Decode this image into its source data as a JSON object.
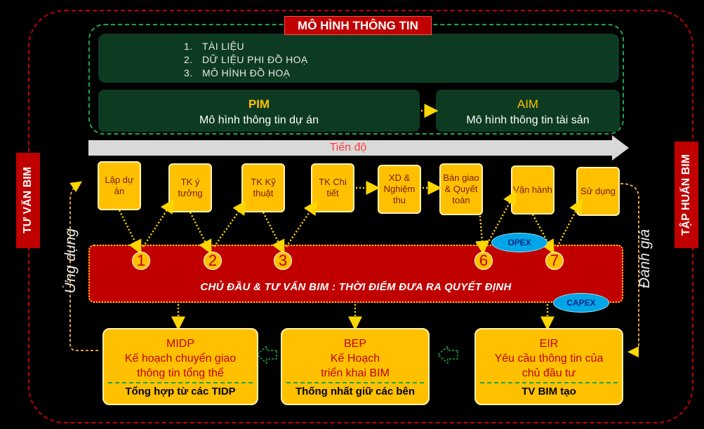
{
  "info_model": {
    "title": "MÔ HÌNH THÔNG TIN",
    "items": [
      {
        "num": "1.",
        "label": "TÀI LIỆU"
      },
      {
        "num": "2.",
        "label": "DỮ LIỆU PHI ĐỒ HOẠ"
      },
      {
        "num": "3.",
        "label": "MÔ HÌNH ĐỒ HOẠ"
      }
    ],
    "pim": {
      "title": "PIM",
      "subtitle": "Mô hình thông tin dự án"
    },
    "aim": {
      "title": "AIM",
      "subtitle": "Mô hình thông tin tài sản"
    }
  },
  "progress_label": "Tiến độ",
  "stages": [
    {
      "label": "Lập dự án"
    },
    {
      "label": "TK ý tưởng"
    },
    {
      "label": "TK Kỹ thuật"
    },
    {
      "label": "TK Chi tiết"
    },
    {
      "label": "XD & Nghiệm thu"
    },
    {
      "label": "Bàn giao & Quyết toán"
    },
    {
      "label": "Vận hành"
    },
    {
      "label": "Sử dụng"
    }
  ],
  "decision_points": [
    "1",
    "2",
    "3",
    "6",
    "7"
  ],
  "decision_band": "CHỦ ĐẦU & TƯ VẤN BIM : THỜI ĐIỂM ĐƯA RA QUYẾT ĐỊNH",
  "opex": "OPEX",
  "capex": "CAPEX",
  "docs": {
    "midp": {
      "title": "MIDP",
      "line1": "Kế hoạch chuyển giao",
      "line2": "thông tin tổng thể",
      "footer": "Tổng hợp từ các TIDP"
    },
    "bep": {
      "title": "BEP",
      "line1": "Kế Hoạch",
      "line2": "triển khai BIM",
      "footer": "Thống nhất giữ các bên"
    },
    "eir": {
      "title": "EIR",
      "line1": "Yêu cầu thông tin của",
      "line2": "chủ đầu tư",
      "footer": "TV BIM tạo"
    }
  },
  "side": {
    "left_badge": "TƯ VẤN BIM",
    "right_badge": "TẬP HUẤN BIM",
    "left_flow": "Ứng dụng",
    "right_flow": "Đánh giá"
  },
  "colors": {
    "accent_red": "#c00000",
    "accent_yellow": "#ffc000",
    "accent_green": "#19a84a",
    "oval_blue": "#00a6e6"
  }
}
